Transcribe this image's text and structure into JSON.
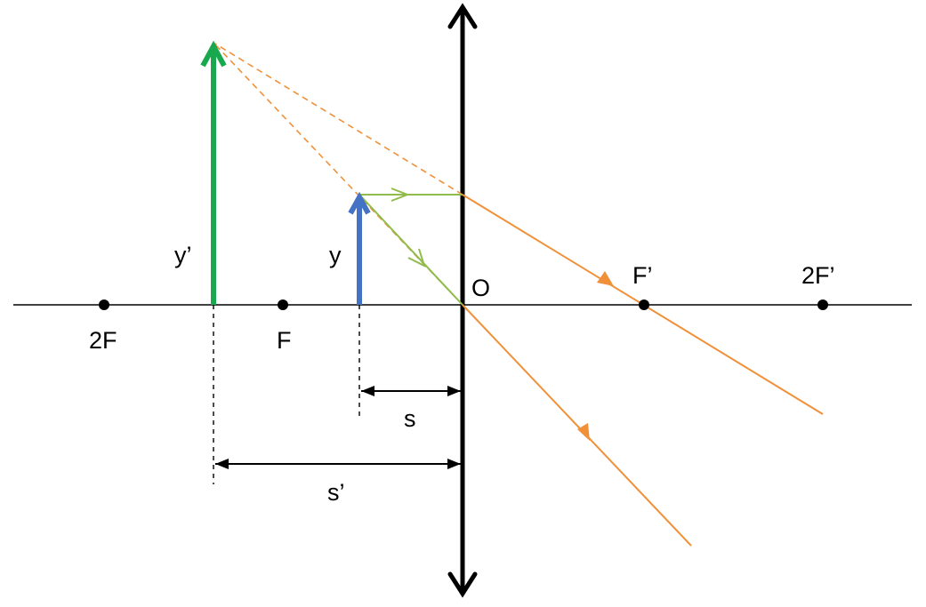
{
  "labels": {
    "focal_left_2": "2F",
    "focal_left": "F",
    "optical_center": "O",
    "focal_right": "F’",
    "focal_right_2": "2F’",
    "object_height": "y",
    "image_height": "y’",
    "object_distance": "s",
    "image_distance": "s’"
  },
  "colors": {
    "axis": "#000000",
    "lens": "#000000",
    "object_arrow": "#4472c4",
    "image_arrow": "#1aa84f",
    "incident_ray": "#8fbc4a",
    "refracted_ray": "#f0913a",
    "virtual_extension": "#f0913a",
    "point": "#000000"
  },
  "icons": {
    "lens": "double-arrow-lens-icon",
    "points": "filled-dot-icon"
  }
}
